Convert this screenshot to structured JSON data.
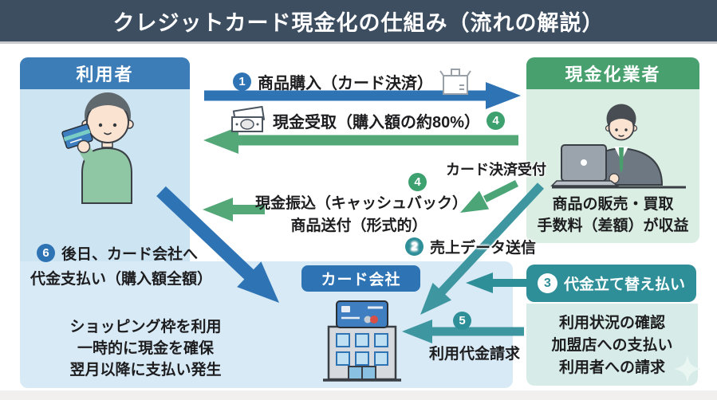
{
  "title": "クレジットカード現金化の仕組み（流れの解説）",
  "user_panel": {
    "header": "利用者",
    "step6": {
      "num": "6",
      "line1": "後日、カード会社へ",
      "line2": "代金支払い（購入額全額）"
    },
    "summary_lines": [
      "ショッピング枠を利用",
      "一時的に現金を確保",
      "翌月以降に支払い発生"
    ]
  },
  "vendor_panel": {
    "header": "現金化業者",
    "revenue_line1": "商品の販売・買取",
    "revenue_line2": "手数料（差額）が収益",
    "tasks": [
      "利用状況の確認",
      "加盟店への支払い",
      "利用者への請求"
    ]
  },
  "card_company": {
    "header": "カード会社"
  },
  "flows": {
    "purchase": {
      "num": "1",
      "label": "商品購入（カード決済）"
    },
    "cash_receive": {
      "num": "4",
      "label": "現金受取（購入額の約80%）"
    },
    "cash_transfer": {
      "num": "4",
      "line1": "現金振込（キャッシュバック）",
      "line2": "商品送付（形式的）"
    },
    "card_accept_label": "カード決済受付",
    "sales_data": {
      "num": "2",
      "label": "売上データ送信"
    },
    "advance_pay": {
      "num": "3",
      "label": "代金立て替え払い"
    },
    "billing": {
      "num": "5",
      "label": "利用代金請求"
    }
  },
  "colors": {
    "title_bg": "#3d4e61",
    "blue": "#2e74b5",
    "green": "#54a777",
    "teal": "#3e97a0",
    "user_header": "#3c7cb7",
    "vendor_header": "#48a06e",
    "user_panel_bg": "#cde4f3",
    "vendor_panel_bg": "#daeee3",
    "bottom_panel_bg": "#d8eaf6",
    "mint_panel_bg": "#d7ece8",
    "step3_box_bg": "#2f8f99"
  }
}
